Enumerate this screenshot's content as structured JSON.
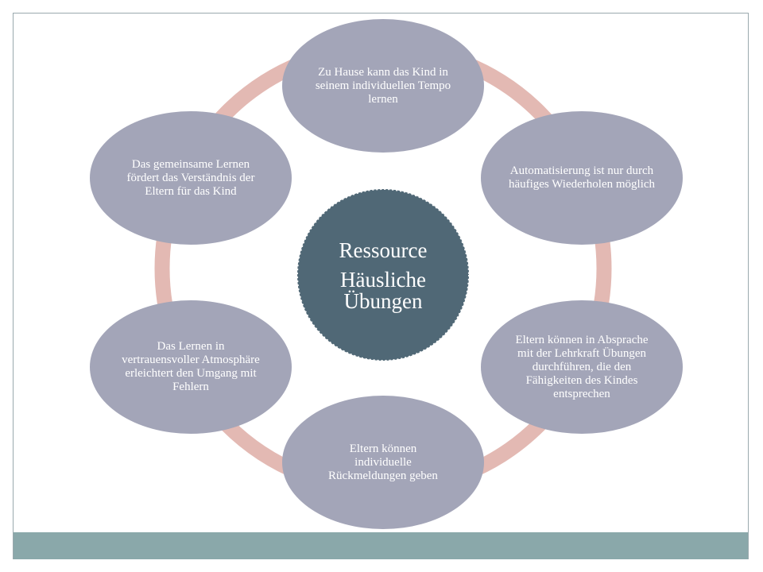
{
  "diagram": {
    "center": {
      "line1": "Ressource",
      "line2": "Häusliche Übungen"
    },
    "nodes": [
      "Zu Hause kann das Kind in seinem individuellen Tempo lernen",
      "Automatisierung ist nur durch häufiges Wiederholen möglich",
      "Eltern können in Absprache mit der Lehrkraft Übungen durchführen, die den Fähigkeiten des Kindes entsprechen",
      "Eltern können individuelle Rückmeldungen geben",
      "Das Lernen in vertrauensvoller Atmosphäre erleichtert den Umgang mit Fehlern",
      "Das gemeinsame Lernen fördert das Verständnis der Eltern für das Kind"
    ]
  },
  "colors": {
    "node_fill": "#a3a5b8",
    "center_fill": "#506876",
    "ring": "#e3b9b3",
    "footer": "#8aa8aa",
    "text": "#ffffff"
  }
}
